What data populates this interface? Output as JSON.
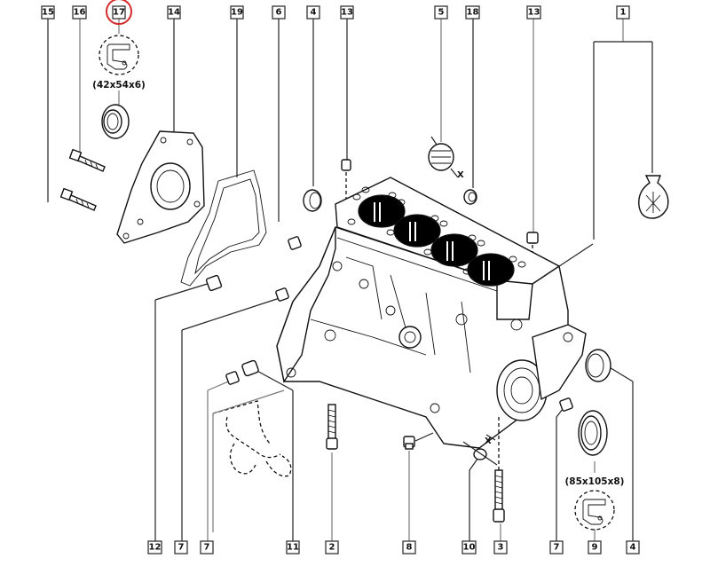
{
  "diagram": {
    "subject": "Engine cylinder block exploded view",
    "callouts_top": [
      {
        "id": "15",
        "label": "15"
      },
      {
        "id": "16",
        "label": "16"
      },
      {
        "id": "17",
        "label": "17",
        "highlighted": true
      },
      {
        "id": "14",
        "label": "14"
      },
      {
        "id": "19",
        "label": "19"
      },
      {
        "id": "6",
        "label": "6"
      },
      {
        "id": "4",
        "label": "4"
      },
      {
        "id": "13a",
        "label": "13"
      },
      {
        "id": "5",
        "label": "5"
      },
      {
        "id": "18",
        "label": "18"
      },
      {
        "id": "13b",
        "label": "13"
      },
      {
        "id": "1",
        "label": "1"
      }
    ],
    "callouts_bottom": [
      {
        "id": "12",
        "label": "12"
      },
      {
        "id": "7a",
        "label": "7"
      },
      {
        "id": "7b",
        "label": "7"
      },
      {
        "id": "11",
        "label": "11"
      },
      {
        "id": "2",
        "label": "2"
      },
      {
        "id": "8",
        "label": "8"
      },
      {
        "id": "10",
        "label": "10"
      },
      {
        "id": "3",
        "label": "3"
      },
      {
        "id": "7c",
        "label": "7"
      },
      {
        "id": "9",
        "label": "9"
      },
      {
        "id": "4b",
        "label": "4"
      }
    ],
    "seal_dimensions": {
      "item17": "(42x54x6)",
      "item9": "(85x105x8)"
    },
    "markers": {
      "x_marker": "X"
    },
    "highlight_color": "#d42a2a"
  }
}
